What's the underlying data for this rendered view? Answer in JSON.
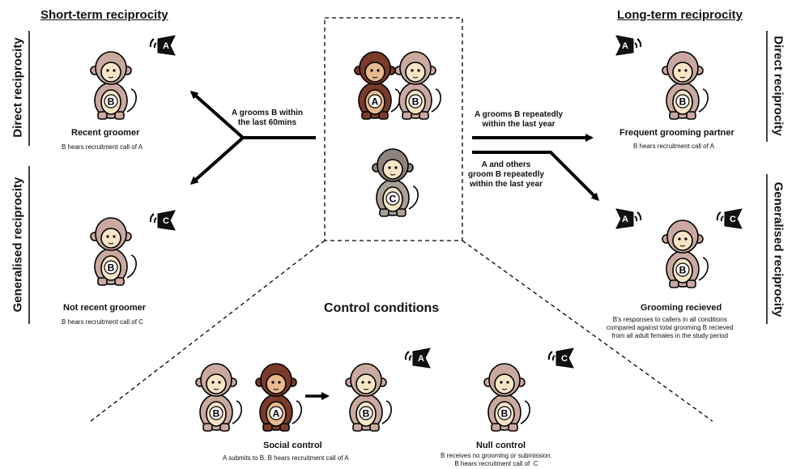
{
  "headings": {
    "short_term": "Short-term reciprocity",
    "long_term": "Long-term reciprocity",
    "control": "Control conditions"
  },
  "side_labels": {
    "direct_left": "Direct reciprocity",
    "generalised_left": "Generalised reciprocity",
    "direct_right": "Direct reciprocity",
    "generalised_right": "Generalised reciprocity"
  },
  "arrow_labels": {
    "short_term": "A grooms B within\nthe last 60mins",
    "long_direct": "A grooms B repeatedly\nwithin the last year",
    "long_generalised": "A and others\ngroom B repeatedly\nwithin the last year"
  },
  "conditions": {
    "recent_groomer": {
      "title": "Recent groomer",
      "caption": "B hears recruitment call of A"
    },
    "not_recent_groomer": {
      "title": "Not recent groomer",
      "caption": "B hears recruitment call of C"
    },
    "frequent_partner": {
      "title": "Frequent grooming partner",
      "caption": "B hears recruitment call of A"
    },
    "grooming_received": {
      "title": "Grooming recieved",
      "caption": "B's responses to callers in all conditions\ncompared against total grooming B recieved\nfrom all adult females in the study period"
    },
    "social_control": {
      "title": "Social control",
      "caption": "A submits to B. B hears recruitment call of A"
    },
    "null_control": {
      "title": "Null control",
      "caption": "B receives no grooming or submission.\nB hears recruitment call of  C"
    }
  },
  "letters": {
    "a": "A",
    "b": "B",
    "c": "C"
  },
  "colors": {
    "light_monkey": "#c9a9a0",
    "light_face": "#f6e6c6",
    "dark_monkey": "#7b3b2a",
    "grey_monkey": "#a8a097",
    "grey_head": "#8d857d",
    "line": "#000000"
  }
}
